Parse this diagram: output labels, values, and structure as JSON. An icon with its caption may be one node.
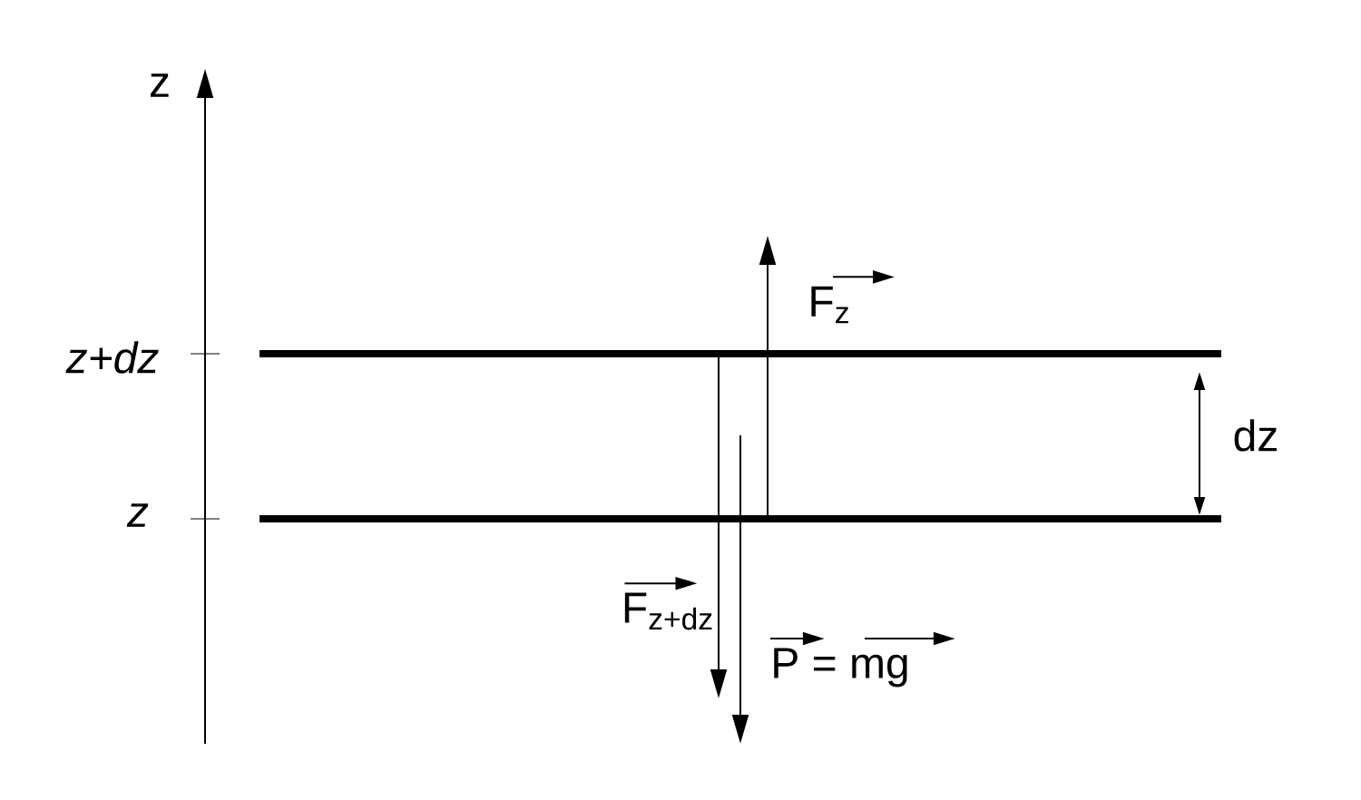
{
  "diagram": {
    "labels": [
      "z",
      "F$_{z}$",
      "z+dz",
      "dz",
      "z",
      "F$_{z+dz}$",
      "P = mg"
    ]
  }
}
